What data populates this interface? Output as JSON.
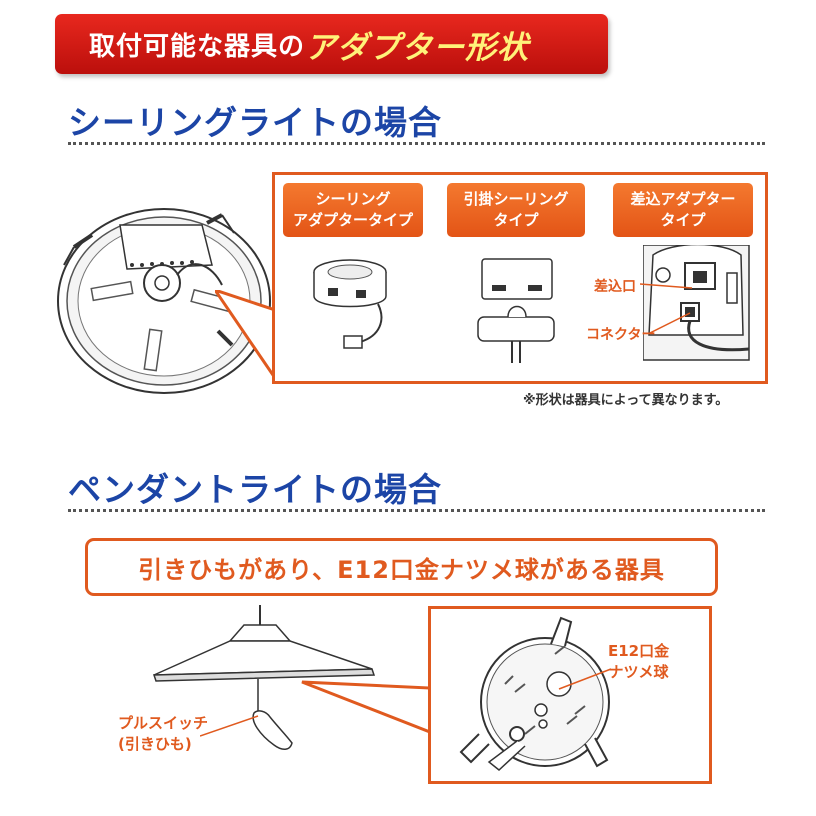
{
  "banner": {
    "text_white": "取付可能な器具の",
    "text_yellow": "アダプター形状"
  },
  "ceiling": {
    "title": "シーリングライトの場合",
    "tabs": [
      {
        "line1": "シーリング",
        "line2": "アダプタータイプ"
      },
      {
        "line1": "引掛シーリング",
        "line2": "タイプ"
      },
      {
        "line1": "差込アダプター",
        "line2": "タイプ"
      }
    ],
    "label_socket": "差込口",
    "label_connector": "コネクター",
    "note": "※形状は器具によって異なります。"
  },
  "pendant": {
    "title": "ペンダントライトの場合",
    "condition": "引きひもがあり、E12口金ナツメ球がある器具",
    "pull_switch_line1": "プルスイッチ",
    "pull_switch_line2": "(引きひも)",
    "bulb_line1": "E12口金",
    "bulb_line2": "ナツメ球"
  },
  "colors": {
    "banner_red": "#d41b14",
    "title_blue": "#1c45a6",
    "accent_orange": "#e05a1f",
    "highlight_yellow": "#fff27a"
  }
}
